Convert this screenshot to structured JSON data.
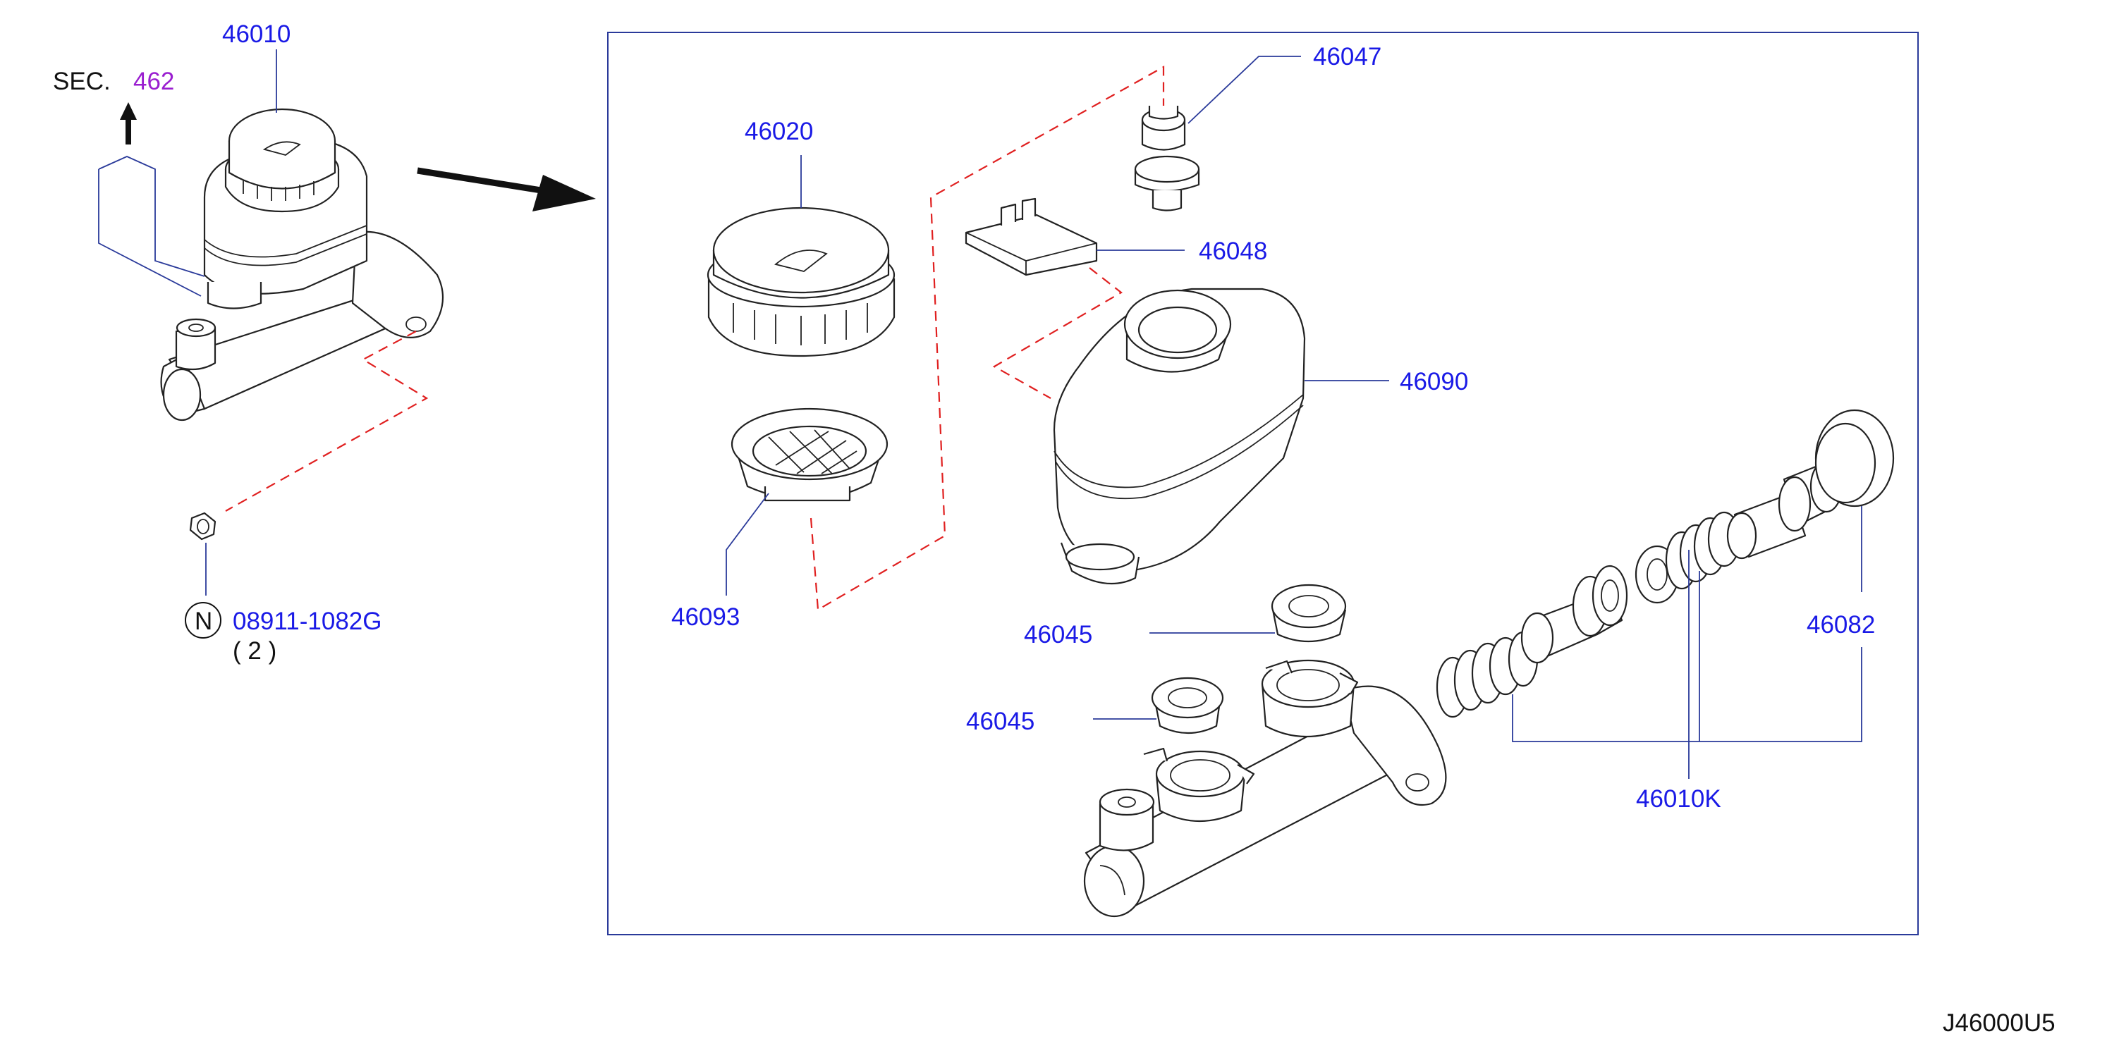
{
  "diagram": {
    "reference_code": "J46000U5",
    "section_ref": {
      "prefix": "SEC.",
      "number": "462"
    },
    "colors": {
      "label": "#1a1ae6",
      "section": "#9a1ed0",
      "dash": "#e02020",
      "leader": "#2a3a9a",
      "frame": "#2a3a9a"
    },
    "part_labels": {
      "assembly": "46010",
      "cap": "46020",
      "filter": "46093",
      "sensor": "46047",
      "pin": "46048",
      "reservoir": "46090",
      "grommet_1": "46045",
      "grommet_2": "46045",
      "seal_ring": "46082",
      "repair_kit": "46010K",
      "nut": "08911-1082G",
      "nut_qty": "( 2 )",
      "nut_symbol": "N"
    }
  }
}
